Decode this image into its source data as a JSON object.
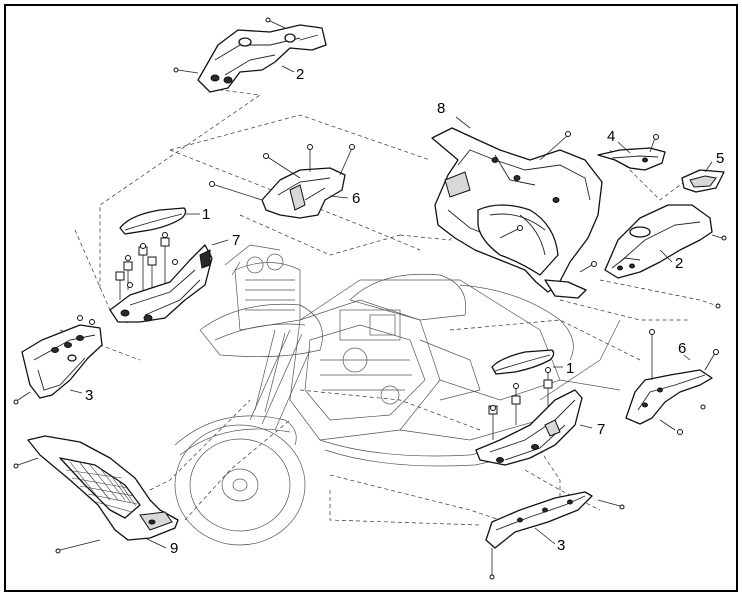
{
  "callouts": {
    "c1a": "1",
    "c1b": "1",
    "c2a": "2",
    "c2b": "2",
    "c3a": "3",
    "c3b": "3",
    "c4": "4",
    "c5": "5",
    "c6a": "6",
    "c6b": "6",
    "c7a": "7",
    "c7b": "7",
    "c8": "8",
    "c9": "9"
  }
}
